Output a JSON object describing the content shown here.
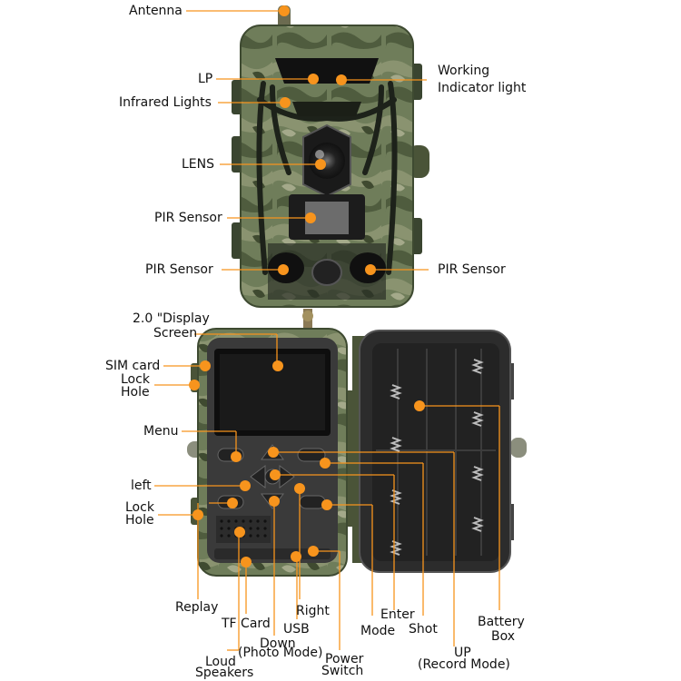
{
  "labels": {
    "antenna": "Antenna",
    "lp": "LP",
    "working_indicator_1": "Working",
    "working_indicator_2": "Indicator light",
    "infrared_lights": "Infrared Lights",
    "lens": "LENS",
    "pir_sensor_center": "PIR Sensor",
    "pir_sensor_left": "PIR Sensor",
    "pir_sensor_right": "PIR Sensor",
    "display_screen_1": "2.0 \"Display",
    "display_screen_2": "Screen",
    "sim_card_1": "SIM card",
    "sim_card_2": "Lock",
    "sim_card_3": "Hole",
    "menu": "Menu",
    "left": "left",
    "lock_hole_1": "Lock",
    "lock_hole_2": "Hole",
    "replay": "Replay",
    "tf_card": "TF Card",
    "usb": "USB",
    "right": "Right",
    "down_1": "Down",
    "down_2": "(Photo Mode)",
    "loud_speakers_1": "Loud",
    "loud_speakers_2": "Speakers",
    "power_switch_1": "Power",
    "power_switch_2": "Switch",
    "enter": "Enter",
    "mode": "Mode",
    "shot": "Shot",
    "up_1": "UP",
    "up_2": "(Record Mode)",
    "battery_box_1": "Battery",
    "battery_box_2": "Box"
  },
  "colors": {
    "leader_line": "#f7941d",
    "camo": "#6b7a58",
    "panel": "#3a3a3a",
    "screen": "#141414"
  }
}
